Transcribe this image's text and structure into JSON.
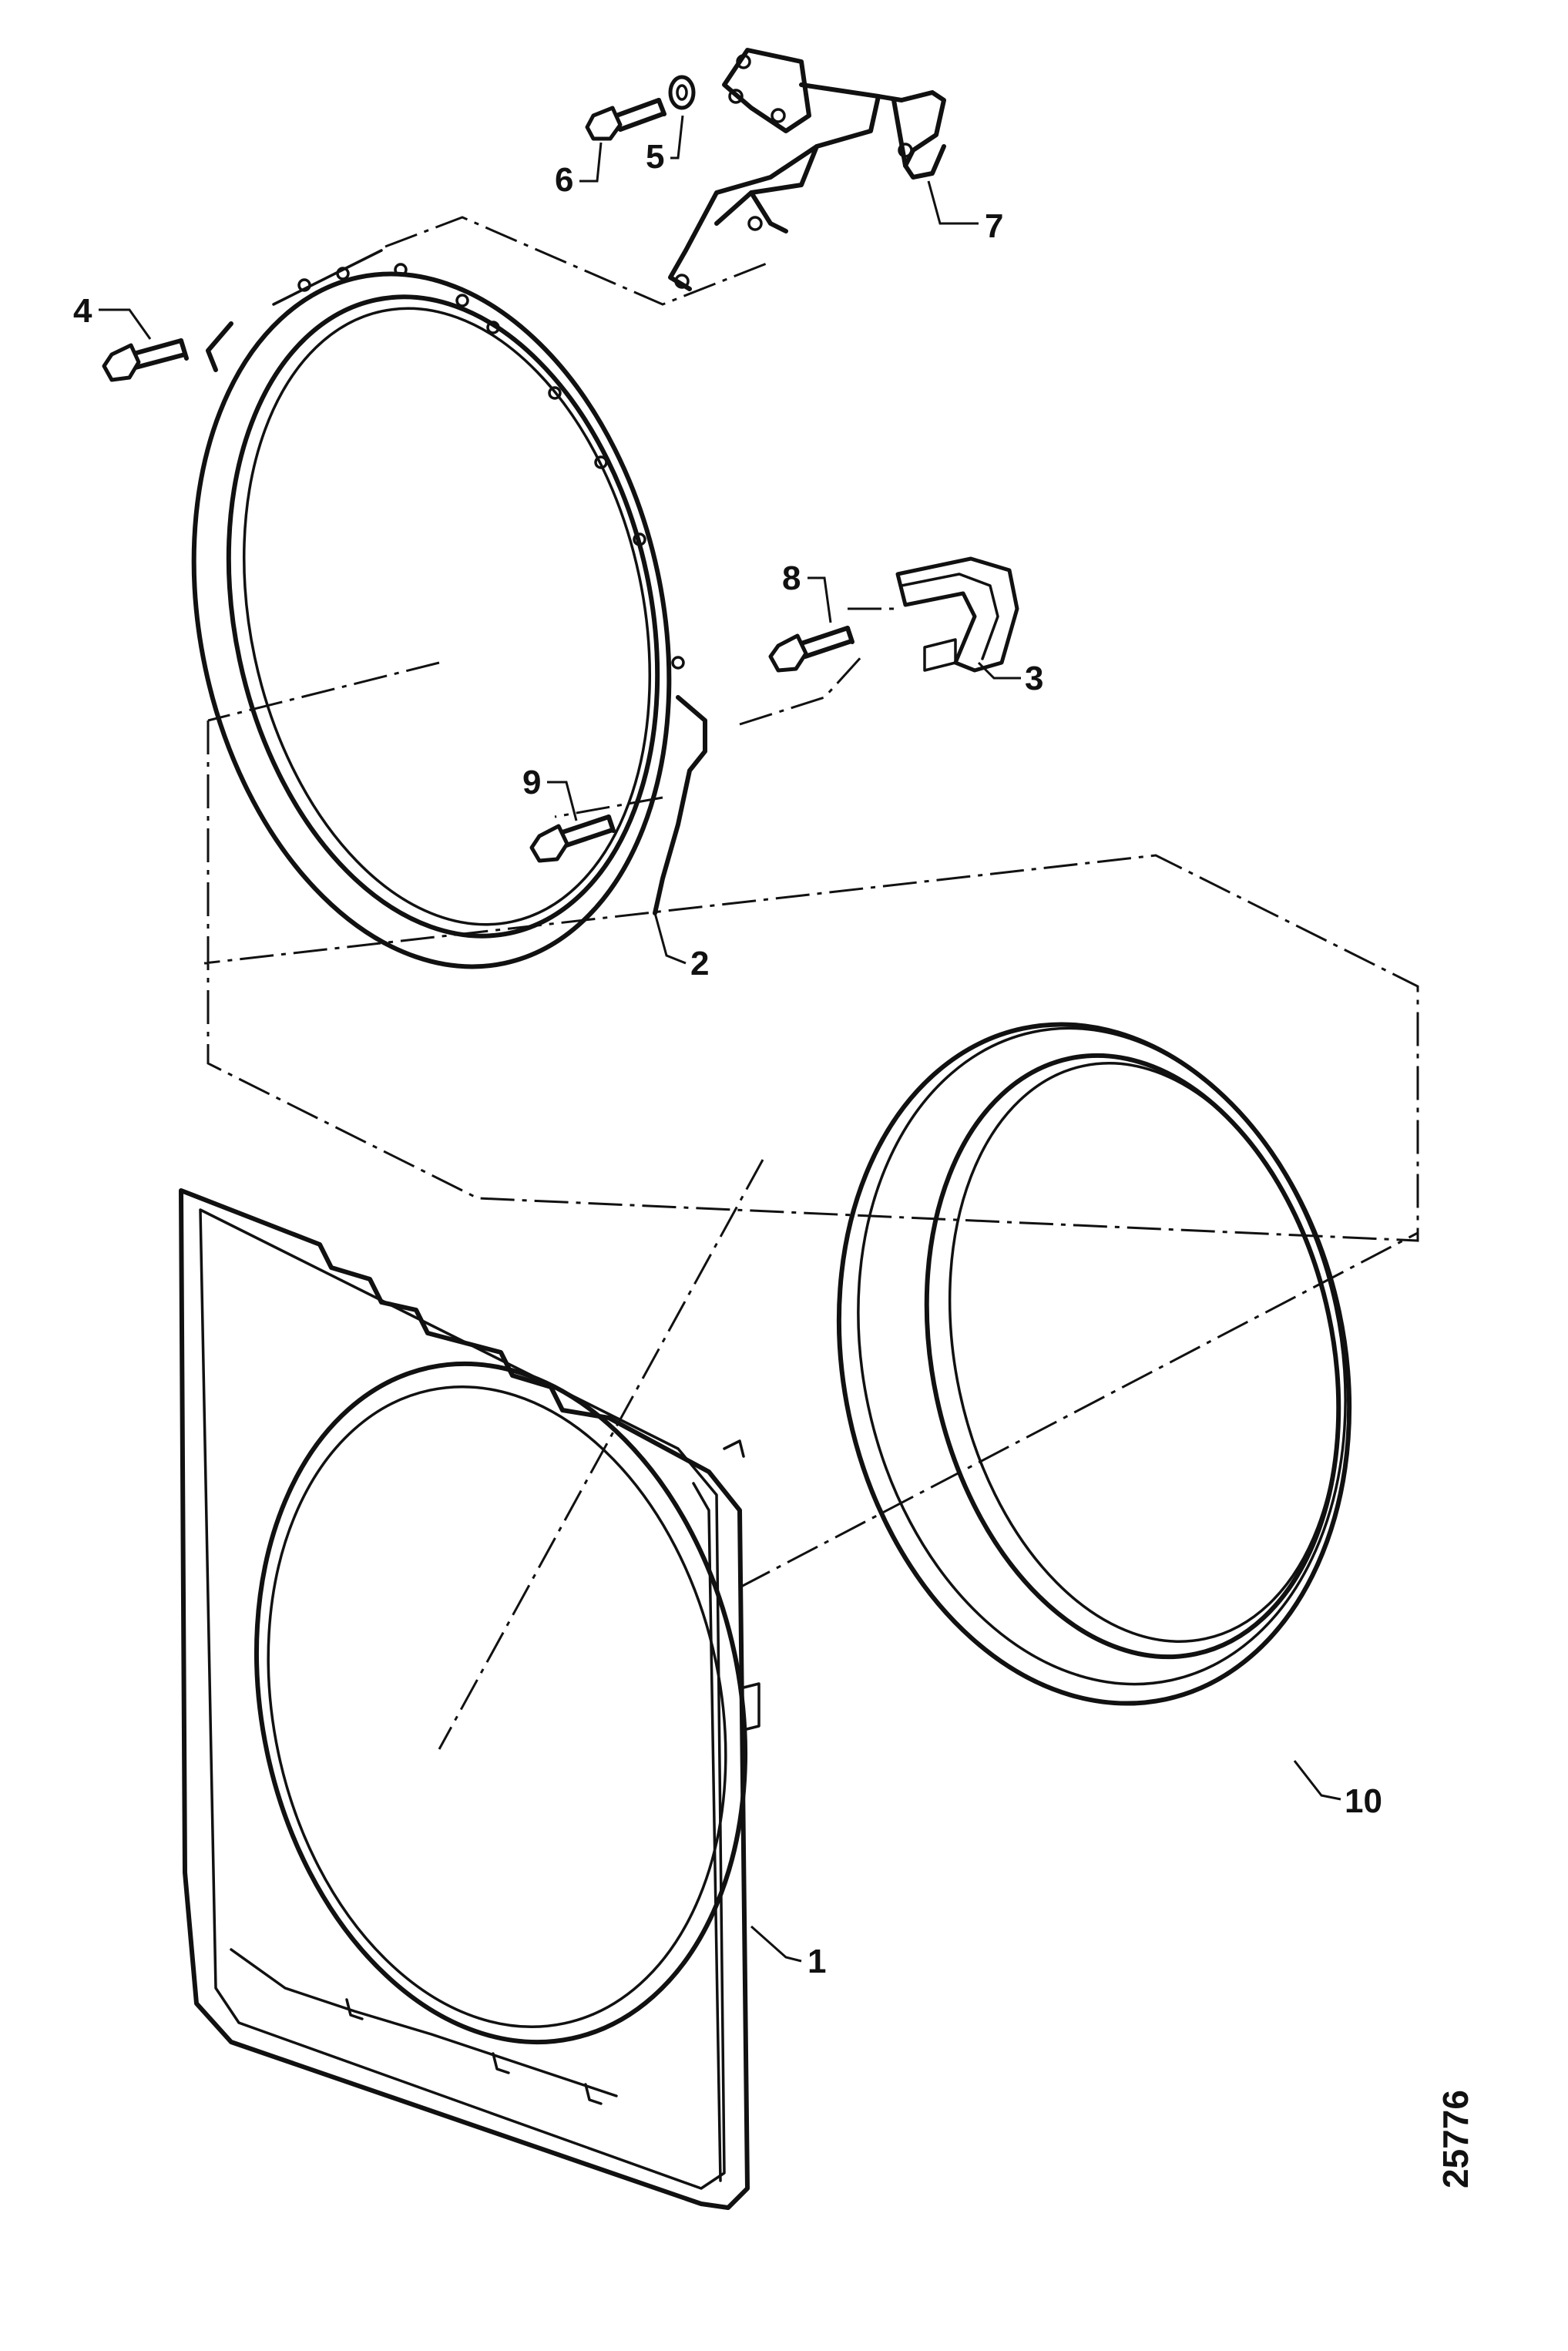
{
  "diagram": {
    "drawing_number": "25776",
    "callouts": [
      {
        "id": "1",
        "label": "1"
      },
      {
        "id": "2",
        "label": "2"
      },
      {
        "id": "3",
        "label": "3"
      },
      {
        "id": "4",
        "label": "4"
      },
      {
        "id": "5",
        "label": "5"
      },
      {
        "id": "6",
        "label": "6"
      },
      {
        "id": "7",
        "label": "7"
      },
      {
        "id": "8",
        "label": "8"
      },
      {
        "id": "9",
        "label": "9"
      },
      {
        "id": "10",
        "label": "10"
      }
    ],
    "colors": {
      "line": "#111111",
      "background": "#ffffff"
    }
  }
}
